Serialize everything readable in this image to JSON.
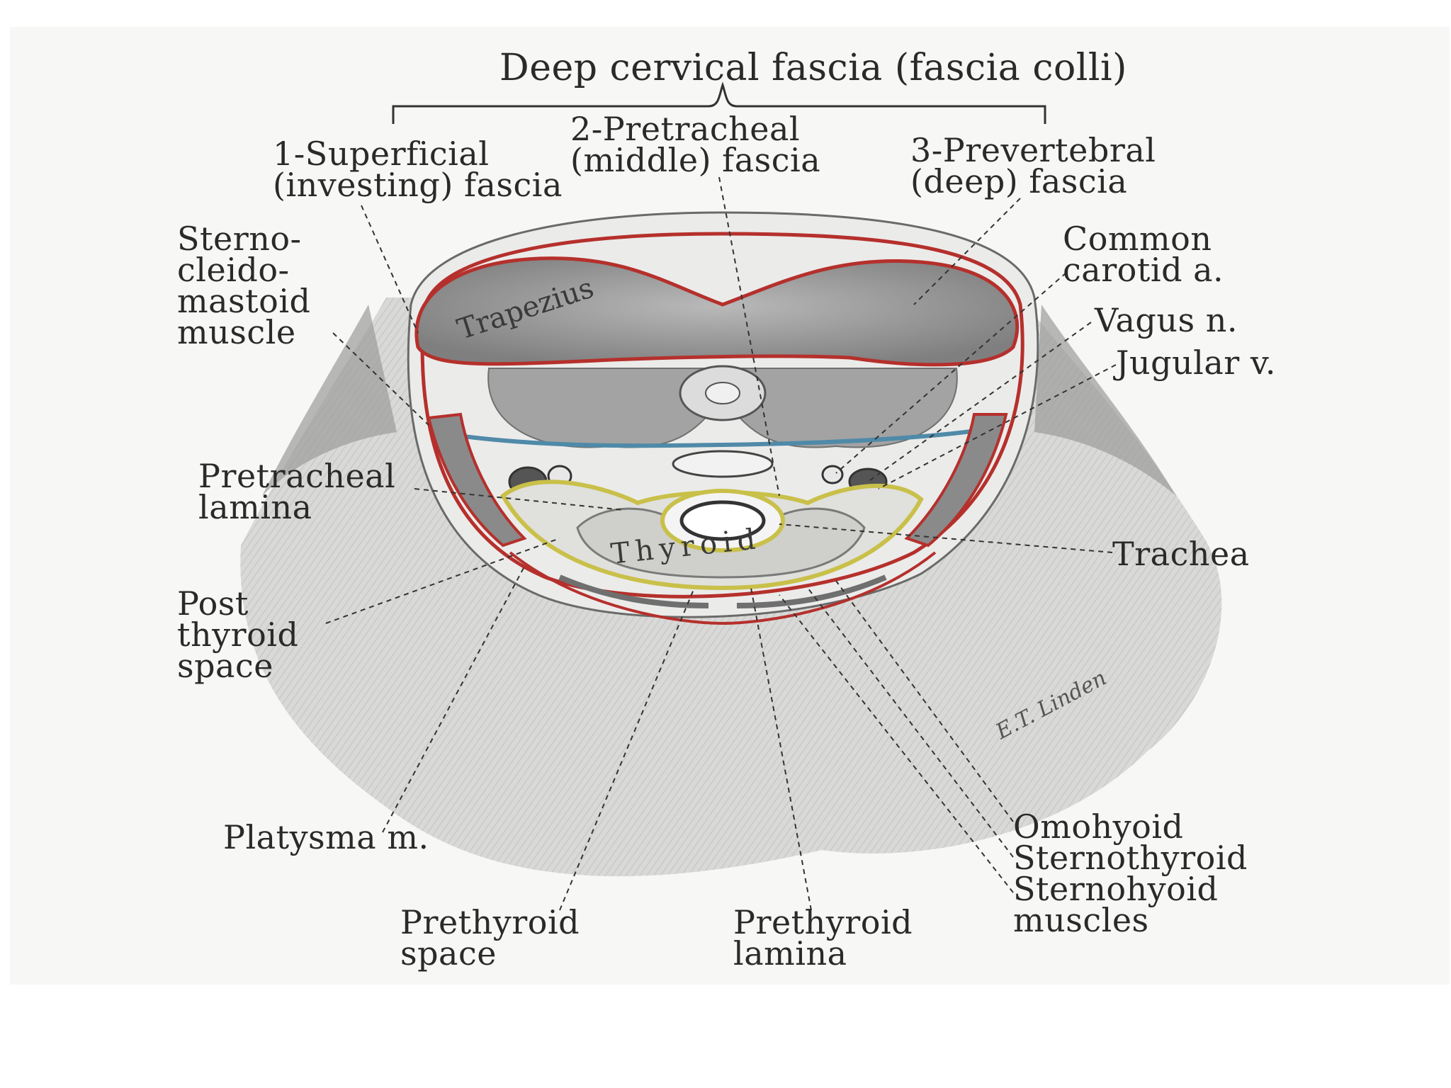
{
  "title": "Deep cervical fascia (fascia colli)",
  "labels": {
    "superficial_fascia": "1-Superficial\n(investing) fascia",
    "pretracheal_fascia": "2-Pretracheal\n(middle) fascia",
    "prevertebral_fascia": "3-Prevertebral\n(deep) fascia",
    "sternocleidomastoid": "Sterno-\ncleido-\nmastoid\nmuscle",
    "common_carotid": "Common\ncarotid a.",
    "vagus": "Vagus n.",
    "jugular": "Jugular v.",
    "pretracheal_lamina": "Pretracheal\nlamina",
    "trachea": "Trachea",
    "post_thyroid_space": "Post\nthyroid\nspace",
    "platysma": "Platysma m.",
    "prethyroid_space": "Prethyroid\nspace",
    "prethyroid_lamina": "Prethyroid\nlamina",
    "strap_muscles": "Omohyoid\nSternothyroid\nSternohyoid\nmuscles"
  },
  "structures": {
    "trapezius": "Trapezius",
    "thyroid": "Thyroid"
  },
  "signature": "E.T. Linden",
  "colors": {
    "investing_fascia": "#b5302c",
    "pretracheal_fascia": "#c9c04a",
    "prevertebral_fascia": "#4f8aa8",
    "muscle": "#8c8c8c",
    "skin": "#e9e9e7",
    "shadow": "#bdbdbd",
    "text": "#2a2a2a"
  }
}
